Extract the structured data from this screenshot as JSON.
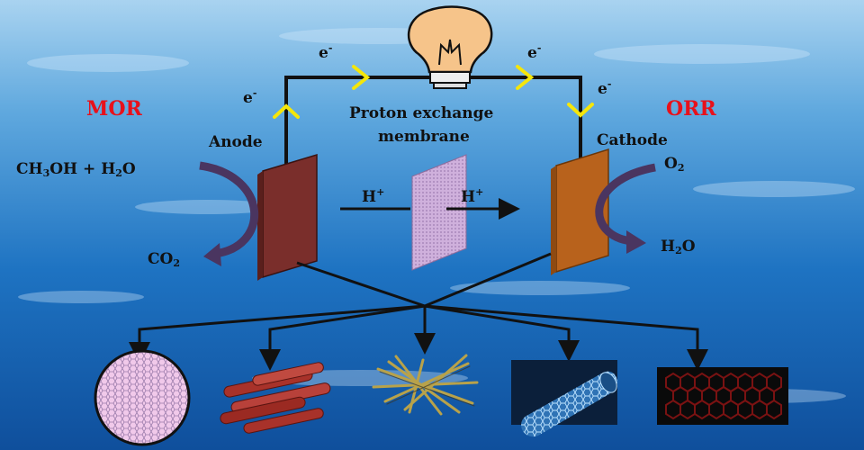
{
  "labels": {
    "electron_left_top": "e",
    "electron_right_top": "e",
    "electron_left": "e",
    "electron_right": "e",
    "electron_charge": "-",
    "mor": "MOR",
    "orr": "ORR",
    "membrane_line1": "Proton exchange",
    "membrane_line2": "membrane",
    "anode": "Anode",
    "cathode": "Cathode",
    "anode_reactant_a": "CH",
    "anode_reactant_sub": "3",
    "anode_reactant_b": "OH + H",
    "anode_reactant_sub2": "2",
    "anode_reactant_c": "O",
    "oxygen": "O",
    "oxygen_sub": "2",
    "co2": "CO",
    "co2_sub": "2",
    "water": "H",
    "water_sub": "2",
    "water_c": "O",
    "proton": "H",
    "proton_charge": "+"
  },
  "colors": {
    "anode": "#7a2e2b",
    "cathode": "#b8621c",
    "membrane": "#c9a7d6",
    "wire": "#111111",
    "electron_arrow": "#f5e60a",
    "reaction_arrow": "#4a3560",
    "label_red": "#e8111b",
    "bulb": "#f6c48a"
  },
  "materials": [
    {
      "name": "graphene-sheet",
      "icon": "hexagonal-sheet-icon"
    },
    {
      "name": "carbon-rods",
      "icon": "rod-bundle-icon"
    },
    {
      "name": "carbon-nanofibers",
      "icon": "fiber-mesh-icon"
    },
    {
      "name": "carbon-nanotube",
      "icon": "nanotube-icon"
    },
    {
      "name": "graphene-lattice",
      "icon": "hexagon-lattice-icon"
    }
  ]
}
